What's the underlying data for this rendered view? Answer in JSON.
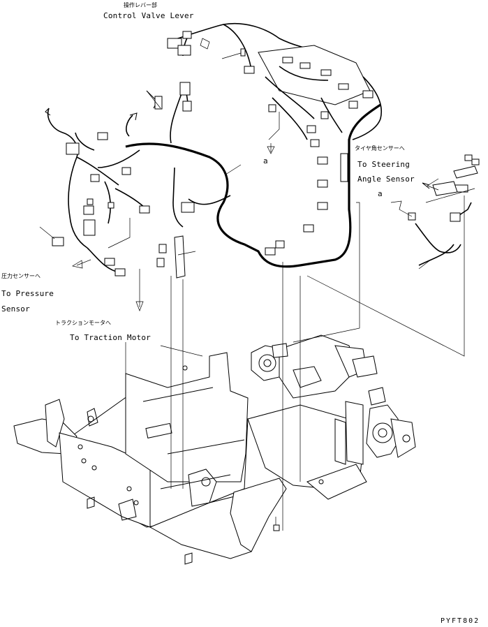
{
  "labels": {
    "control_valve_jp": "操作レバー部",
    "control_valve_en": "Control Valve Lever",
    "steering_jp": "タイヤ角センサーへ",
    "steering_en_1": "To Steering",
    "steering_en_2": "Angle Sensor",
    "pressure_jp": "圧力センサーへ",
    "pressure_en_1": "To Pressure",
    "pressure_en_2": "Sensor",
    "traction_jp": "トラクションモータへ",
    "traction_en": "To Traction Motor",
    "detail_a_1": "a",
    "detail_a_2": "a",
    "drawing_code": "PYFT802"
  }
}
